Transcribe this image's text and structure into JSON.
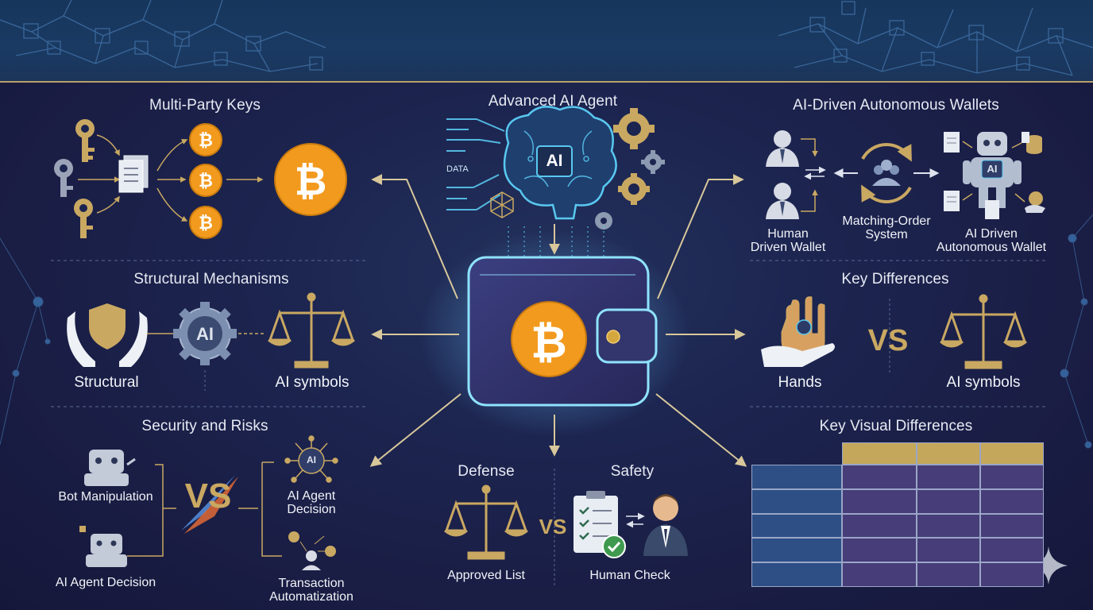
{
  "center": {
    "agent_title": "Advanced AI Agent",
    "ai_chip": "AI",
    "data_label": "DATA",
    "bitcoin_symbol": "₿"
  },
  "left": {
    "multi_party": {
      "title": "Multi-Party Keys",
      "bitcoin_symbol": "₿"
    },
    "structural": {
      "title": "Structural Mechanisms",
      "gear_text": "AI",
      "label_left": "Structural",
      "label_right": "AI symbols"
    },
    "security": {
      "title": "Security and Risks",
      "vs": "VS",
      "bot_manipulation": "Bot Manipulation",
      "ai_agent_decision_left": "AI Agent Decision",
      "ai_agent_decision_right": "AI Agent\nDecision",
      "ai_badge": "AI",
      "transaction": "Transaction\nAutomatization"
    }
  },
  "bottom": {
    "defense": "Defense",
    "safety": "Safety",
    "vs": "VS",
    "approved_list": "Approved List",
    "human_check": "Human Check"
  },
  "right": {
    "wallets": {
      "title": "AI-Driven Autonomous Wallets",
      "human_driven": "Human\nDriven Wallet",
      "matching": "Matching-Order\nSystem",
      "ai_driven": "AI Driven\nAutonomous Wallet",
      "robot_badge": "AI"
    },
    "key_differences": {
      "title": "Key Differences",
      "vs": "VS",
      "hands": "Hands",
      "ai_symbols": "AI symbols"
    },
    "visual": {
      "title": "Key Visual Differences",
      "rows": 6,
      "cols": 4
    }
  },
  "colors": {
    "gold": "#c9a862",
    "bitcoin": "#f29a1e",
    "cyan": "#59c8f0",
    "background": "#1c2550",
    "table_header": "#c4a75a",
    "table_blue": "#2d4f86",
    "table_purple": "#473d78"
  }
}
